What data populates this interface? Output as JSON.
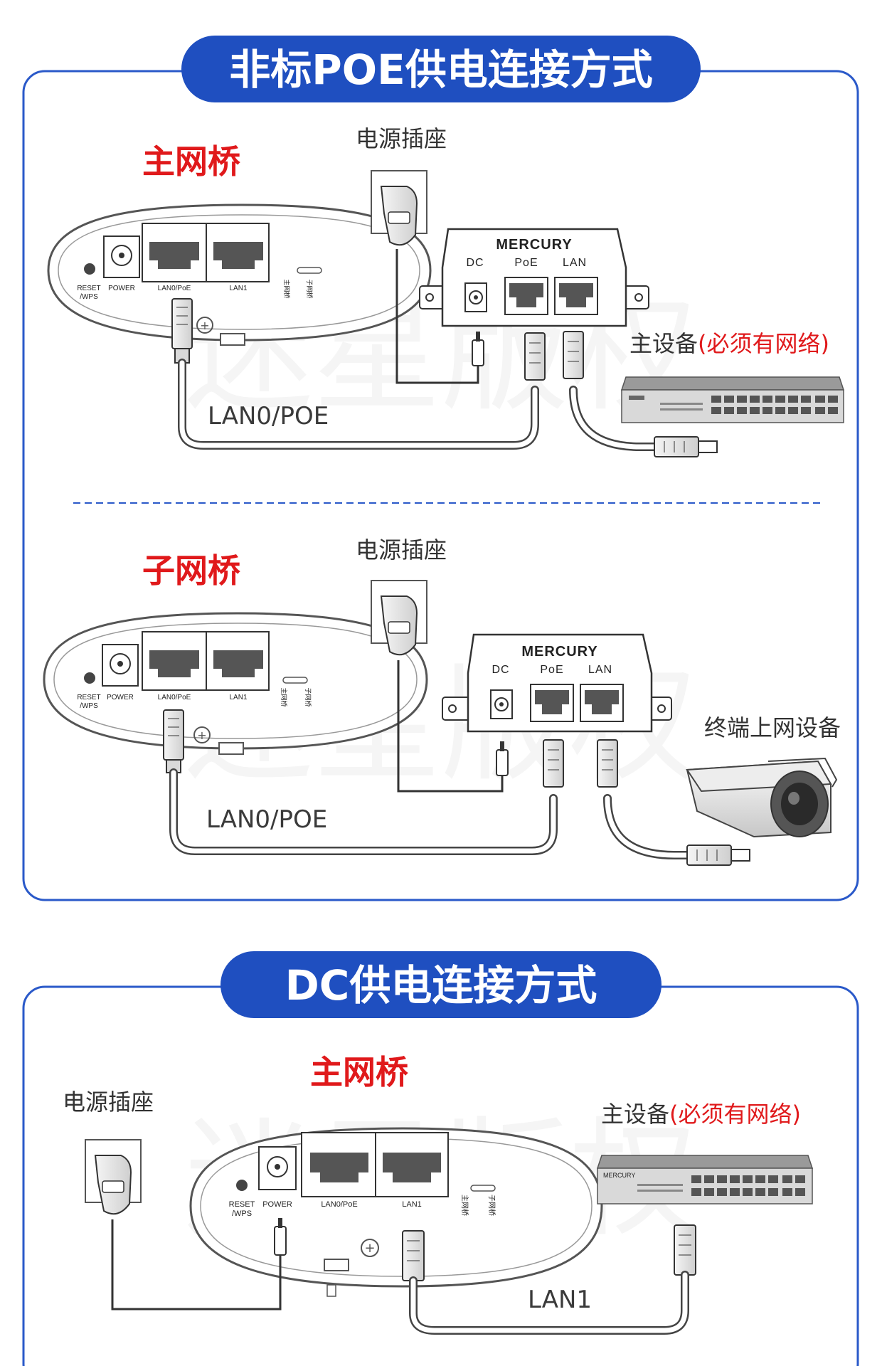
{
  "section1": {
    "title": "非标POE供电连接方式",
    "bridge_main_label": "主网桥",
    "outlet_label": "电源插座",
    "host_prefix": "主设备",
    "host_suffix": "(必须有网络)",
    "cable_label": "LAN0/POE",
    "bridge_ports": {
      "reset": "RESET",
      "reset2": "/WPS",
      "power": "POWER",
      "lan0": "LAN0/PoE",
      "lan1": "LAN1",
      "sw_main": "主网桥",
      "sw_sub": "子网桥"
    },
    "injector": {
      "brand": "MERCURY",
      "dc": "DC",
      "poe": "PoE",
      "lan": "LAN"
    }
  },
  "section2": {
    "bridge_sub_label": "子网桥",
    "outlet_label": "电源插座",
    "terminal_label": "终端上网设备",
    "cable_label": "LAN0/POE",
    "bridge_ports": {
      "reset": "RESET",
      "reset2": "/WPS",
      "power": "POWER",
      "lan0": "LAN0/PoE",
      "lan1": "LAN1",
      "sw_main": "主网桥",
      "sw_sub": "子网桥"
    },
    "injector": {
      "brand": "MERCURY",
      "dc": "DC",
      "poe": "PoE",
      "lan": "LAN"
    }
  },
  "section3": {
    "title": "DC供电连接方式",
    "bridge_main_label": "主网桥",
    "outlet_label": "电源插座",
    "host_prefix": "主设备",
    "host_suffix": "(必须有网络)",
    "cable_label": "LAN1",
    "bridge_ports": {
      "reset": "RESET",
      "reset2": "/WPS",
      "power": "POWER",
      "lan0": "LAN0/PoE",
      "lan1": "LAN1",
      "sw_main": "主网桥",
      "sw_sub": "子网桥"
    },
    "switch_brand": "MERCURY"
  },
  "watermark": "迷星版权",
  "colors": {
    "brand_blue": "#1f4fc0",
    "label_red": "#e0191b",
    "frame_blue": "#2a59c9"
  }
}
